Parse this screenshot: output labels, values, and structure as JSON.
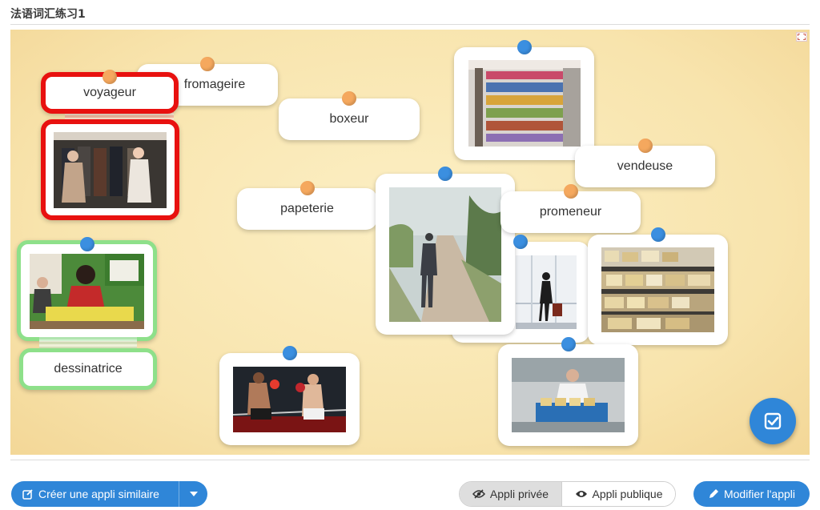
{
  "page": {
    "title": "法语词汇练习1"
  },
  "words": {
    "fromageire": "fromageire",
    "voyageur": "voyageur",
    "boxeur": "boxeur",
    "vendeuse": "vendeuse",
    "papeterie": "papeterie",
    "promeneur": "promeneur",
    "dessinatrice": "dessinatrice"
  },
  "images": [
    {
      "name": "clothing-shop-photo",
      "status": "wrong"
    },
    {
      "name": "stationery-shelves-photo",
      "status": "none"
    },
    {
      "name": "artist-drawing-photo",
      "status": "correct"
    },
    {
      "name": "walking-man-painting",
      "status": "none"
    },
    {
      "name": "airport-traveler-photo",
      "status": "none"
    },
    {
      "name": "cheese-shop-photo",
      "status": "none"
    },
    {
      "name": "boxing-match-photo",
      "status": "none"
    },
    {
      "name": "cheese-maker-photo",
      "status": "none"
    }
  ],
  "colors": {
    "wrong": "#e8110f",
    "correct": "#8ee08a",
    "accent": "#2f86d8",
    "pin_word": "#f5a85e",
    "pin_image": "#3b8fe0"
  },
  "footer": {
    "create_label": "Créer une appli similaire",
    "private_label": "Appli privée",
    "public_label": "Appli publique",
    "modify_label": "Modifier l'appli"
  },
  "icons": {
    "expand": "expand-icon",
    "check": "check-icon",
    "edit": "edit-icon",
    "eye_off": "eye-slash-icon",
    "eye": "eye-icon",
    "pencil": "pencil-icon",
    "caret": "caret-down-icon"
  }
}
